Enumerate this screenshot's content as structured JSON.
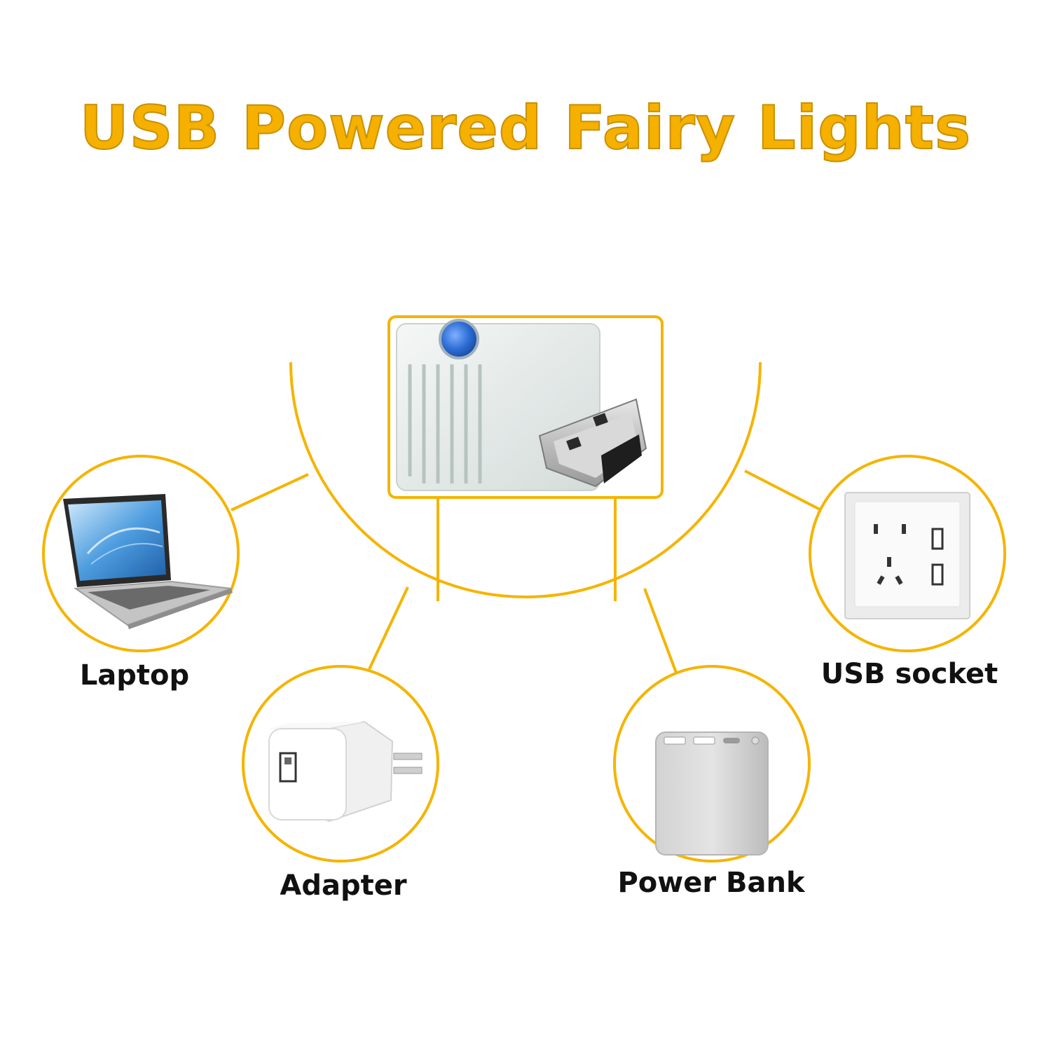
{
  "title": "USB Powered Fairy Lights",
  "accent_color": "#F5B400",
  "devices": {
    "laptop": {
      "label": "Laptop",
      "icon": "laptop-icon"
    },
    "usb_socket": {
      "label": "USB socket",
      "icon": "wall-socket-icon"
    },
    "adapter": {
      "label": "Adapter",
      "icon": "usb-adapter-icon"
    },
    "power_bank": {
      "label": "Power Bank",
      "icon": "power-bank-icon"
    }
  },
  "center": {
    "icon": "usb-plug-icon",
    "button_color": "#2F6FD6"
  }
}
